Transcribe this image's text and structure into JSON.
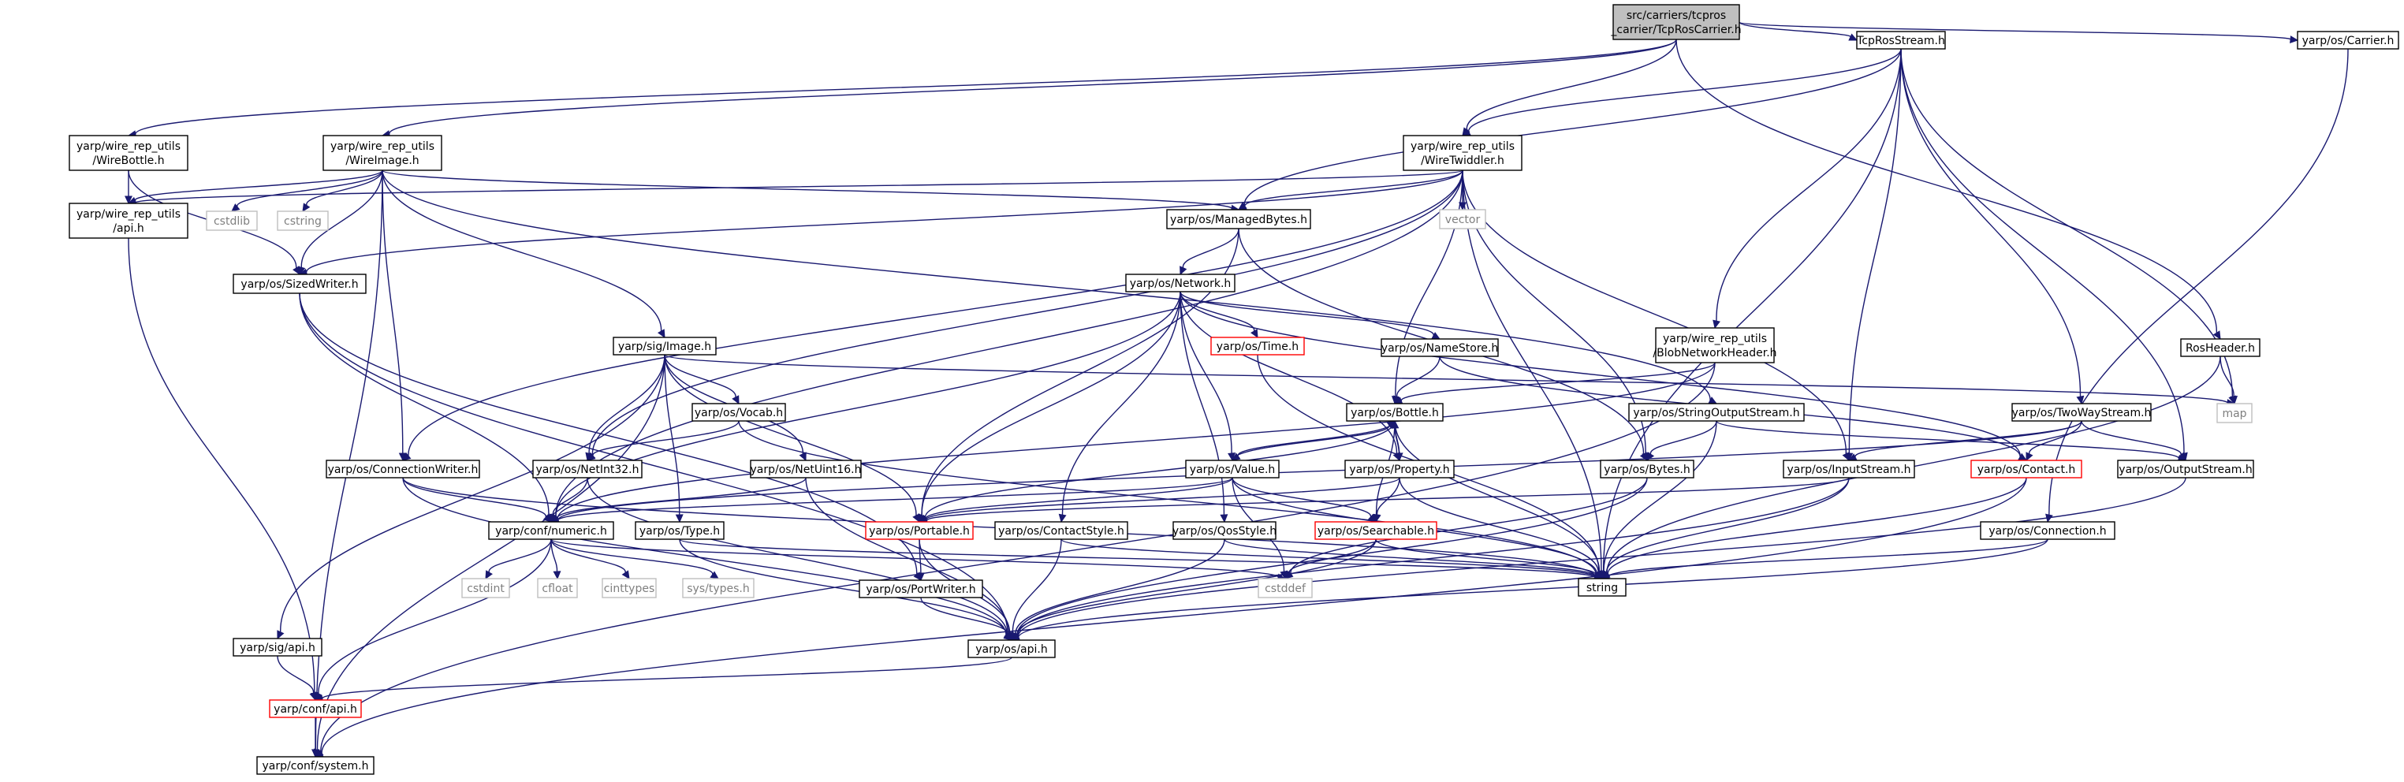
{
  "colors": {
    "edge": "#191970",
    "root_fill": "#bfbfbf",
    "missing_border": "#ff0000",
    "system_border": "#bfbfbf"
  },
  "nodes": [
    {
      "id": "root",
      "lines": [
        "src/carriers/tcpros",
        "_carrier/TcpRosCarrier.h"
      ],
      "kind": "root"
    },
    {
      "id": "tcprosstream",
      "lines": [
        "TcpRosStream.h"
      ],
      "kind": "normal"
    },
    {
      "id": "carrier",
      "lines": [
        "yarp/os/Carrier.h"
      ],
      "kind": "normal"
    },
    {
      "id": "wirebottle",
      "lines": [
        "yarp/wire_rep_utils",
        "/WireBottle.h"
      ],
      "kind": "normal"
    },
    {
      "id": "wireimage",
      "lines": [
        "yarp/wire_rep_utils",
        "/WireImage.h"
      ],
      "kind": "normal"
    },
    {
      "id": "wiretwiddler",
      "lines": [
        "yarp/wire_rep_utils",
        "/WireTwiddler.h"
      ],
      "kind": "normal"
    },
    {
      "id": "wireapi",
      "lines": [
        "yarp/wire_rep_utils",
        "/api.h"
      ],
      "kind": "normal"
    },
    {
      "id": "cstdlib",
      "lines": [
        "cstdlib"
      ],
      "kind": "sys"
    },
    {
      "id": "cstring",
      "lines": [
        "cstring"
      ],
      "kind": "sys"
    },
    {
      "id": "sizedwriter",
      "lines": [
        "yarp/os/SizedWriter.h"
      ],
      "kind": "normal"
    },
    {
      "id": "managedbytes",
      "lines": [
        "yarp/os/ManagedBytes.h"
      ],
      "kind": "normal"
    },
    {
      "id": "vector",
      "lines": [
        "vector"
      ],
      "kind": "sys"
    },
    {
      "id": "network",
      "lines": [
        "yarp/os/Network.h"
      ],
      "kind": "normal"
    },
    {
      "id": "time",
      "lines": [
        "yarp/os/Time.h"
      ],
      "kind": "red"
    },
    {
      "id": "namestore",
      "lines": [
        "yarp/os/NameStore.h"
      ],
      "kind": "normal"
    },
    {
      "id": "blobnet",
      "lines": [
        "yarp/wire_rep_utils",
        "/BlobNetworkHeader.h"
      ],
      "kind": "normal"
    },
    {
      "id": "rosheader",
      "lines": [
        "RosHeader.h"
      ],
      "kind": "normal"
    },
    {
      "id": "map",
      "lines": [
        "map"
      ],
      "kind": "sys"
    },
    {
      "id": "image",
      "lines": [
        "yarp/sig/Image.h"
      ],
      "kind": "normal"
    },
    {
      "id": "vocab",
      "lines": [
        "yarp/os/Vocab.h"
      ],
      "kind": "normal"
    },
    {
      "id": "bottle",
      "lines": [
        "yarp/os/Bottle.h"
      ],
      "kind": "normal"
    },
    {
      "id": "stringoutput",
      "lines": [
        "yarp/os/StringOutputStream.h"
      ],
      "kind": "normal"
    },
    {
      "id": "twoway",
      "lines": [
        "yarp/os/TwoWayStream.h"
      ],
      "kind": "normal"
    },
    {
      "id": "connwriter",
      "lines": [
        "yarp/os/ConnectionWriter.h"
      ],
      "kind": "normal"
    },
    {
      "id": "netint32",
      "lines": [
        "yarp/os/NetInt32.h"
      ],
      "kind": "normal"
    },
    {
      "id": "netuint16",
      "lines": [
        "yarp/os/NetUint16.h"
      ],
      "kind": "normal"
    },
    {
      "id": "value",
      "lines": [
        "yarp/os/Value.h"
      ],
      "kind": "normal"
    },
    {
      "id": "property",
      "lines": [
        "yarp/os/Property.h"
      ],
      "kind": "normal"
    },
    {
      "id": "bytes",
      "lines": [
        "yarp/os/Bytes.h"
      ],
      "kind": "normal"
    },
    {
      "id": "inputstream",
      "lines": [
        "yarp/os/InputStream.h"
      ],
      "kind": "normal"
    },
    {
      "id": "contact",
      "lines": [
        "yarp/os/Contact.h"
      ],
      "kind": "red"
    },
    {
      "id": "outputstream",
      "lines": [
        "yarp/os/OutputStream.h"
      ],
      "kind": "normal"
    },
    {
      "id": "numeric",
      "lines": [
        "yarp/conf/numeric.h"
      ],
      "kind": "normal"
    },
    {
      "id": "type",
      "lines": [
        "yarp/os/Type.h"
      ],
      "kind": "normal"
    },
    {
      "id": "portable",
      "lines": [
        "yarp/os/Portable.h"
      ],
      "kind": "red"
    },
    {
      "id": "contactstyle",
      "lines": [
        "yarp/os/ContactStyle.h"
      ],
      "kind": "normal"
    },
    {
      "id": "qosstyle",
      "lines": [
        "yarp/os/QosStyle.h"
      ],
      "kind": "normal"
    },
    {
      "id": "searchable",
      "lines": [
        "yarp/os/Searchable.h"
      ],
      "kind": "red"
    },
    {
      "id": "connection",
      "lines": [
        "yarp/os/Connection.h"
      ],
      "kind": "normal"
    },
    {
      "id": "string",
      "lines": [
        "string"
      ],
      "kind": "normal"
    },
    {
      "id": "cstdint",
      "lines": [
        "cstdint"
      ],
      "kind": "sys"
    },
    {
      "id": "cfloat",
      "lines": [
        "cfloat"
      ],
      "kind": "sys"
    },
    {
      "id": "cinttypes",
      "lines": [
        "cinttypes"
      ],
      "kind": "sys"
    },
    {
      "id": "systypes",
      "lines": [
        "sys/types.h"
      ],
      "kind": "sys"
    },
    {
      "id": "cstddef",
      "lines": [
        "cstddef"
      ],
      "kind": "sys"
    },
    {
      "id": "portwriter",
      "lines": [
        "yarp/os/PortWriter.h"
      ],
      "kind": "normal"
    },
    {
      "id": "sigapi",
      "lines": [
        "yarp/sig/api.h"
      ],
      "kind": "normal"
    },
    {
      "id": "osapi",
      "lines": [
        "yarp/os/api.h"
      ],
      "kind": "normal"
    },
    {
      "id": "confapi",
      "lines": [
        "yarp/conf/api.h"
      ],
      "kind": "red"
    },
    {
      "id": "system",
      "lines": [
        "yarp/conf/system.h"
      ],
      "kind": "normal"
    }
  ],
  "edges": [
    [
      "root",
      "tcprosstream"
    ],
    [
      "root",
      "carrier"
    ],
    [
      "root",
      "wirebottle"
    ],
    [
      "root",
      "wireimage"
    ],
    [
      "root",
      "wiretwiddler"
    ],
    [
      "root",
      "rosheader"
    ],
    [
      "tcprosstream",
      "wiretwiddler"
    ],
    [
      "tcprosstream",
      "managedbytes"
    ],
    [
      "tcprosstream",
      "blobnet"
    ],
    [
      "tcprosstream",
      "inputstream"
    ],
    [
      "tcprosstream",
      "string"
    ],
    [
      "tcprosstream",
      "twoway"
    ],
    [
      "tcprosstream",
      "map"
    ],
    [
      "tcprosstream",
      "outputstream"
    ],
    [
      "carrier",
      "connection"
    ],
    [
      "wirebottle",
      "wireapi"
    ],
    [
      "wirebottle",
      "sizedwriter"
    ],
    [
      "wireimage",
      "wireapi"
    ],
    [
      "wireimage",
      "cstdlib"
    ],
    [
      "wireimage",
      "cstring"
    ],
    [
      "wireimage",
      "sizedwriter"
    ],
    [
      "wireimage",
      "managedbytes"
    ],
    [
      "wireimage",
      "image"
    ],
    [
      "wireimage",
      "connwriter"
    ],
    [
      "wireimage",
      "stringoutput"
    ],
    [
      "wireimage",
      "system"
    ],
    [
      "wiretwiddler",
      "wireapi"
    ],
    [
      "wiretwiddler",
      "sizedwriter"
    ],
    [
      "wiretwiddler",
      "managedbytes"
    ],
    [
      "wiretwiddler",
      "vector"
    ],
    [
      "wiretwiddler",
      "bottle"
    ],
    [
      "wiretwiddler",
      "connwriter"
    ],
    [
      "wiretwiddler",
      "netint32"
    ],
    [
      "wiretwiddler",
      "bytes"
    ],
    [
      "wiretwiddler",
      "inputstream"
    ],
    [
      "wiretwiddler",
      "string"
    ],
    [
      "wiretwiddler",
      "numeric"
    ],
    [
      "wireapi",
      "confapi"
    ],
    [
      "sizedwriter",
      "numeric"
    ],
    [
      "sizedwriter",
      "portwriter"
    ],
    [
      "sizedwriter",
      "osapi"
    ],
    [
      "managedbytes",
      "network"
    ],
    [
      "managedbytes",
      "bytes"
    ],
    [
      "managedbytes",
      "portable"
    ],
    [
      "network",
      "time"
    ],
    [
      "network",
      "namestore"
    ],
    [
      "network",
      "contact"
    ],
    [
      "network",
      "value"
    ],
    [
      "network",
      "property"
    ],
    [
      "network",
      "portable"
    ],
    [
      "network",
      "contactstyle"
    ],
    [
      "network",
      "qosstyle"
    ],
    [
      "network",
      "numeric"
    ],
    [
      "time",
      "string"
    ],
    [
      "namestore",
      "bottle"
    ],
    [
      "namestore",
      "contact"
    ],
    [
      "blobnet",
      "bottle"
    ],
    [
      "blobnet",
      "numeric"
    ],
    [
      "blobnet",
      "system"
    ],
    [
      "rosheader",
      "map"
    ],
    [
      "rosheader",
      "string"
    ],
    [
      "image",
      "vocab"
    ],
    [
      "image",
      "netint32"
    ],
    [
      "image",
      "netuint16"
    ],
    [
      "image",
      "type"
    ],
    [
      "image",
      "portable"
    ],
    [
      "image",
      "sigapi"
    ],
    [
      "image",
      "system"
    ],
    [
      "image",
      "map"
    ],
    [
      "vocab",
      "netint32"
    ],
    [
      "vocab",
      "string"
    ],
    [
      "bottle",
      "value"
    ],
    [
      "bottle",
      "property"
    ],
    [
      "bottle",
      "portable"
    ],
    [
      "bottle",
      "searchable"
    ],
    [
      "bottle",
      "string"
    ],
    [
      "stringoutput",
      "bytes"
    ],
    [
      "stringoutput",
      "outputstream"
    ],
    [
      "stringoutput",
      "string"
    ],
    [
      "twoway",
      "inputstream"
    ],
    [
      "twoway",
      "outputstream"
    ],
    [
      "twoway",
      "contact"
    ],
    [
      "twoway",
      "numeric"
    ],
    [
      "connwriter",
      "numeric"
    ],
    [
      "connwriter",
      "osapi"
    ],
    [
      "connwriter",
      "string"
    ],
    [
      "netint32",
      "numeric"
    ],
    [
      "netint32",
      "osapi"
    ],
    [
      "netuint16",
      "numeric"
    ],
    [
      "netuint16",
      "osapi"
    ],
    [
      "value",
      "bottle"
    ],
    [
      "value",
      "portable"
    ],
    [
      "value",
      "searchable"
    ],
    [
      "value",
      "numeric"
    ],
    [
      "value",
      "string"
    ],
    [
      "value",
      "cstddef"
    ],
    [
      "property",
      "bottle"
    ],
    [
      "property",
      "portable"
    ],
    [
      "property",
      "searchable"
    ],
    [
      "property",
      "string"
    ],
    [
      "bytes",
      "cstddef"
    ],
    [
      "bytes",
      "osapi"
    ],
    [
      "inputstream",
      "portable"
    ],
    [
      "inputstream",
      "string"
    ],
    [
      "inputstream",
      "osapi"
    ],
    [
      "contact",
      "string"
    ],
    [
      "contact",
      "system"
    ],
    [
      "outputstream",
      "osapi"
    ],
    [
      "numeric",
      "cstdint"
    ],
    [
      "numeric",
      "cfloat"
    ],
    [
      "numeric",
      "cinttypes"
    ],
    [
      "numeric",
      "systypes"
    ],
    [
      "numeric",
      "cstddef"
    ],
    [
      "numeric",
      "confapi"
    ],
    [
      "type",
      "string"
    ],
    [
      "type",
      "osapi"
    ],
    [
      "portable",
      "portwriter"
    ],
    [
      "portable",
      "osapi"
    ],
    [
      "contactstyle",
      "string"
    ],
    [
      "contactstyle",
      "osapi"
    ],
    [
      "qosstyle",
      "string"
    ],
    [
      "qosstyle",
      "osapi"
    ],
    [
      "searchable",
      "string"
    ],
    [
      "searchable",
      "cstddef"
    ],
    [
      "searchable",
      "osapi"
    ],
    [
      "connection",
      "string"
    ],
    [
      "connection",
      "osapi"
    ],
    [
      "portwriter",
      "osapi"
    ],
    [
      "sigapi",
      "confapi"
    ],
    [
      "osapi",
      "confapi"
    ],
    [
      "confapi",
      "system"
    ]
  ]
}
